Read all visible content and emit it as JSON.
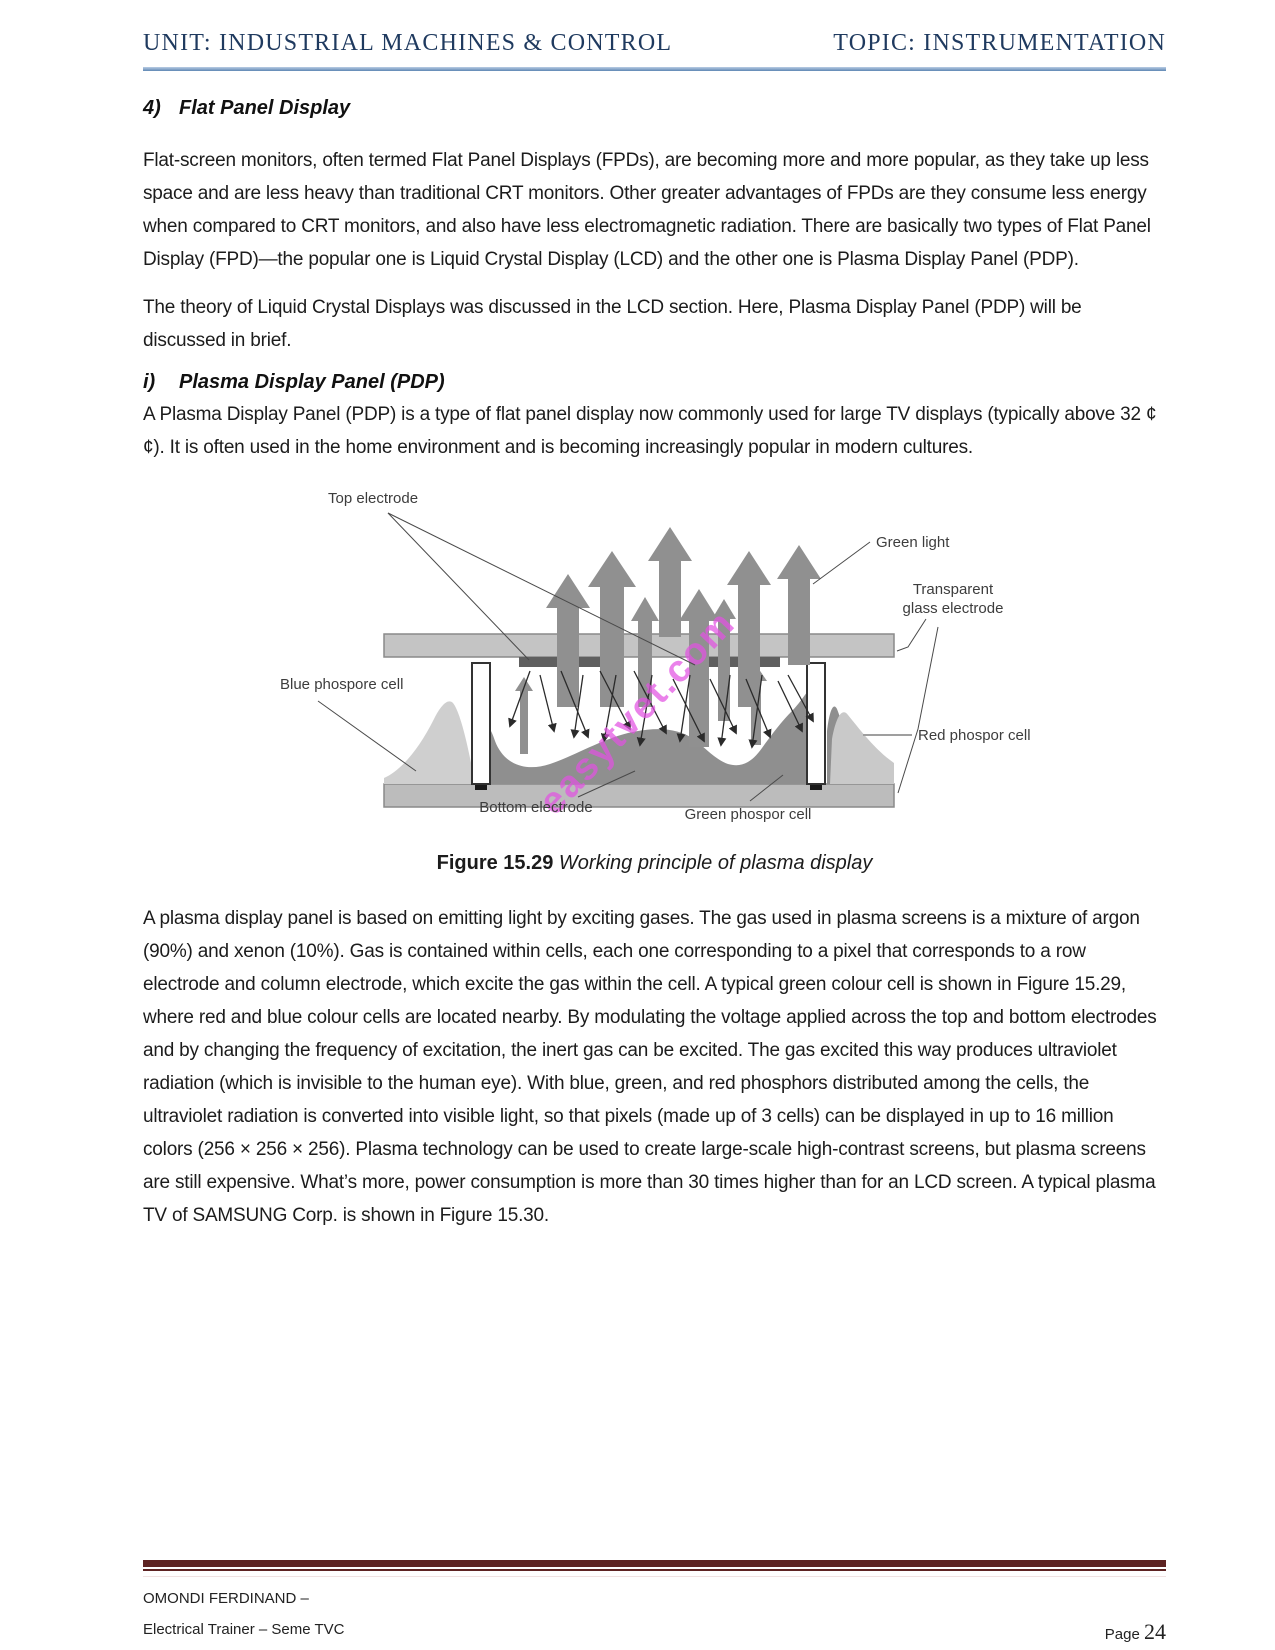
{
  "header": {
    "unit": "UNIT: INDUSTRIAL MACHINES & CONTROL",
    "topic": "TOPIC: INSTRUMENTATION"
  },
  "sections": {
    "heading4_num": "4)",
    "heading4_title": "Flat Panel Display",
    "para_fpd": "Flat-screen monitors, often termed Flat Panel Displays (FPDs), are becoming more and more popular, as they take up less space and are less heavy than traditional CRT monitors. Other greater advantages of FPDs are they consume less energy when compared to CRT monitors, and also have less electromagnetic radiation. There are basically two types of Flat Panel Display (FPD)—the popular one is Liquid Crystal Display (LCD) and the other one is Plasma Display Panel (PDP).",
    "para_lcd_theory": "The theory of Liquid Crystal Displays was discussed in the LCD section. Here, Plasma Display Panel (PDP) will be discussed in brief.",
    "headingI_num": "i)",
    "headingI_title": "Plasma Display Panel (PDP)",
    "para_pdp_intro": "A Plasma Display Panel (PDP) is a type of flat panel display now commonly used for large TV displays (typically above 32 ¢¢). It is often used in the home environment and is becoming increasingly popular in modern cultures.",
    "para_plasma_detail": "A plasma display panel is based on emitting light by exciting gases. The gas used in plasma screens is a mixture of argon (90%) and xenon (10%). Gas is contained within cells, each one corresponding to a pixel that corresponds to a row electrode and column electrode, which excite the gas within the cell. A typical green colour cell is shown in Figure 15.29, where red and blue colour cells are located nearby. By modulating the voltage applied across the top and bottom electrodes and by changing the frequency of excitation, the inert gas can be excited. The gas excited this way produces ultraviolet radiation (which is invisible to the human eye). With blue, green, and red phosphors distributed among the cells, the ultraviolet radiation is converted into visible light, so that pixels (made up of 3 cells) can be displayed in up to 16 million colors (256 × 256 × 256). Plasma technology can be used to create large-scale high-contrast screens, but plasma screens are still expensive. What’s more, power consumption is more than 30 times higher than for an LCD screen. A typical plasma TV of SAMSUNG Corp. is shown in Figure 15.30."
  },
  "figure": {
    "caption_label": "Figure 15.29",
    "caption_text": "Working principle of plasma display",
    "watermark": "easytvet.com",
    "labels": {
      "top_electrode": "Top electrode",
      "green_light": "Green light",
      "transparent_line1": "Transparent",
      "transparent_line2": "glass electrode",
      "blue_cell": "Blue phospore cell",
      "red_cell": "Red phospor cell",
      "bottom_electrode": "Bottom electrode",
      "green_cell": "Green phospor cell"
    }
  },
  "footer": {
    "line1": "OMONDI FERDINAND –",
    "line2": "Electrical Trainer – Seme TVC",
    "page_label": "Page",
    "page_number": "24"
  },
  "colors": {
    "header_navy": "#1f3a5f",
    "header_rule_blue": "#5f87b4",
    "footer_maroon": "#5e2423",
    "watermark_magenta": "#e253e2"
  }
}
